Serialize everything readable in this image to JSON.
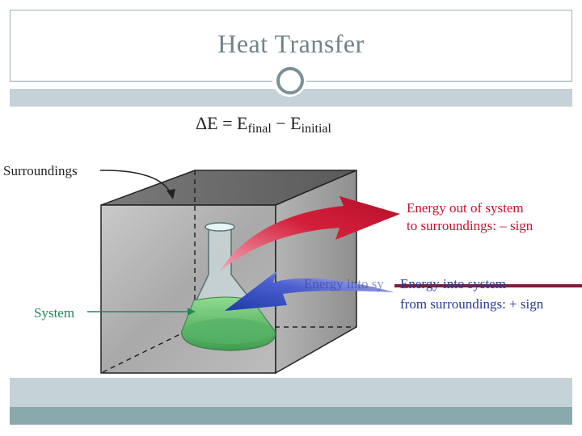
{
  "slide": {
    "title": "Heat Transfer"
  },
  "figure": {
    "equation": {
      "delta": "ΔE = E",
      "final_sub": "final",
      "minus": " − E",
      "initial_sub": "initial"
    },
    "labels": {
      "surroundings": "Surroundings",
      "system": "System",
      "energy_out_line1": "Energy out of system",
      "energy_out_line2": "to surroundings: – sign",
      "energy_in_line1": "Energy into system",
      "energy_in_line2": "from surroundings: + sign",
      "energy_in_ghost": "Energy into sy"
    },
    "colors": {
      "out_text": "#c8102e",
      "in_text": "#2b3a98",
      "system_text": "#1f8a55",
      "red_arrow": "#d41f3a",
      "blue_arrow": "#2c4fb8",
      "liquid": "#5db86a"
    }
  }
}
